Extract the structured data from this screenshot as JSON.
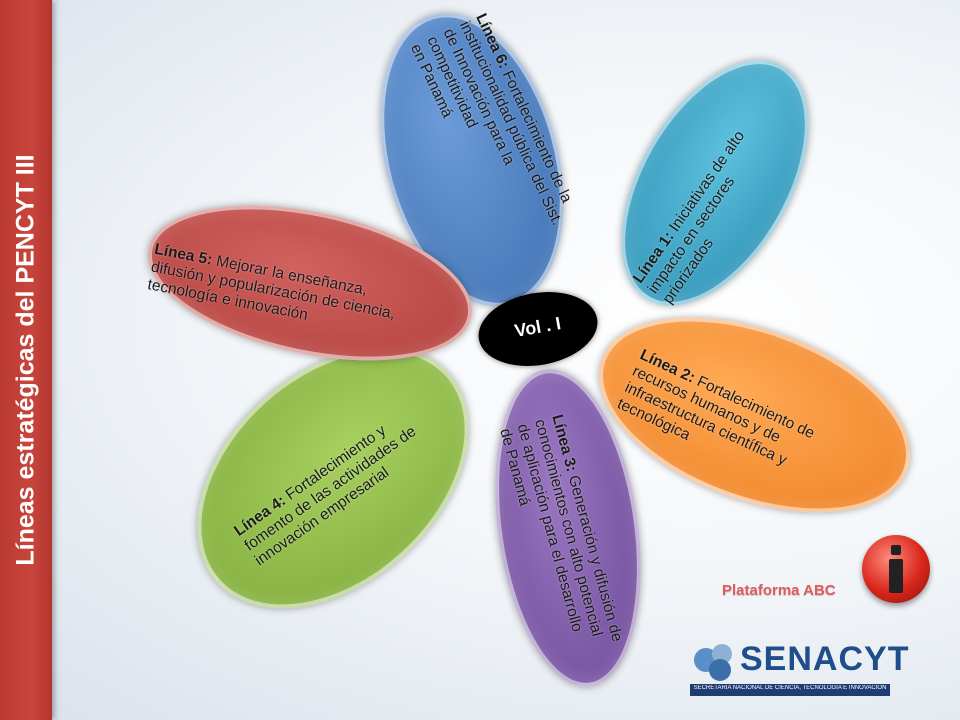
{
  "sidebar": {
    "title": "Líneas estratégicas del PENCYT III"
  },
  "center": {
    "label": "Vol . I"
  },
  "petals": {
    "l1": {
      "label": "Línea 1:",
      "text": " Iniciativas de alto\nimpacto en sectores\npriorizados",
      "color": "#3fa6c7"
    },
    "l2": {
      "label": "Línea 2:",
      "text": " Fortalecimiento de\nrecursos humanos y de\ninfraestructura científica y\ntecnológica",
      "color": "#f39436"
    },
    "l3": {
      "label": "Línea 3:",
      "text": " Generación y difusión de\nconocimientos con alto potencial\nde aplicación para el desarrollo\nde Panamá",
      "color": "#7d5aa6"
    },
    "l4": {
      "label": "Línea 4:",
      "text": " Fortalecimiento y\nfomento de las actividades de\ninnovación empresarial",
      "color": "#8fbd45"
    },
    "l5": {
      "label": "Línea 5:",
      "text": " Mejorar la enseñanza,\ndifusión y popularización de ciencia,\ntecnología e innovación",
      "color": "#c0504d"
    },
    "l6": {
      "label": "Línea 6:",
      "text": " Fortalecimiento de la\ninstitucionalidad pública del Sist.\nde Innovación para la\ncompetitividad\n        en Panamá",
      "color": "#4f81bd"
    }
  },
  "footer": {
    "platform_label": "Plataforma ABC",
    "logo_name": "SENACYT",
    "logo_subtitle": "SECRETARÍA NACIONAL DE CIENCIA, TECNOLOGÍA E INNOVACIÓN"
  }
}
